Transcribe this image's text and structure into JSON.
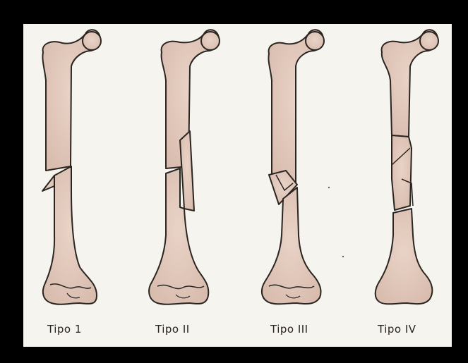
{
  "figure": {
    "labels": [
      "Tipo 1",
      "Tipo II",
      "Tipo III",
      "Tipo IV"
    ]
  },
  "colors": {
    "frame": "#000000",
    "paper": "#f6f4ef",
    "bone_fill": "#e2c9bd",
    "bone_stroke": "#2b2522"
  }
}
